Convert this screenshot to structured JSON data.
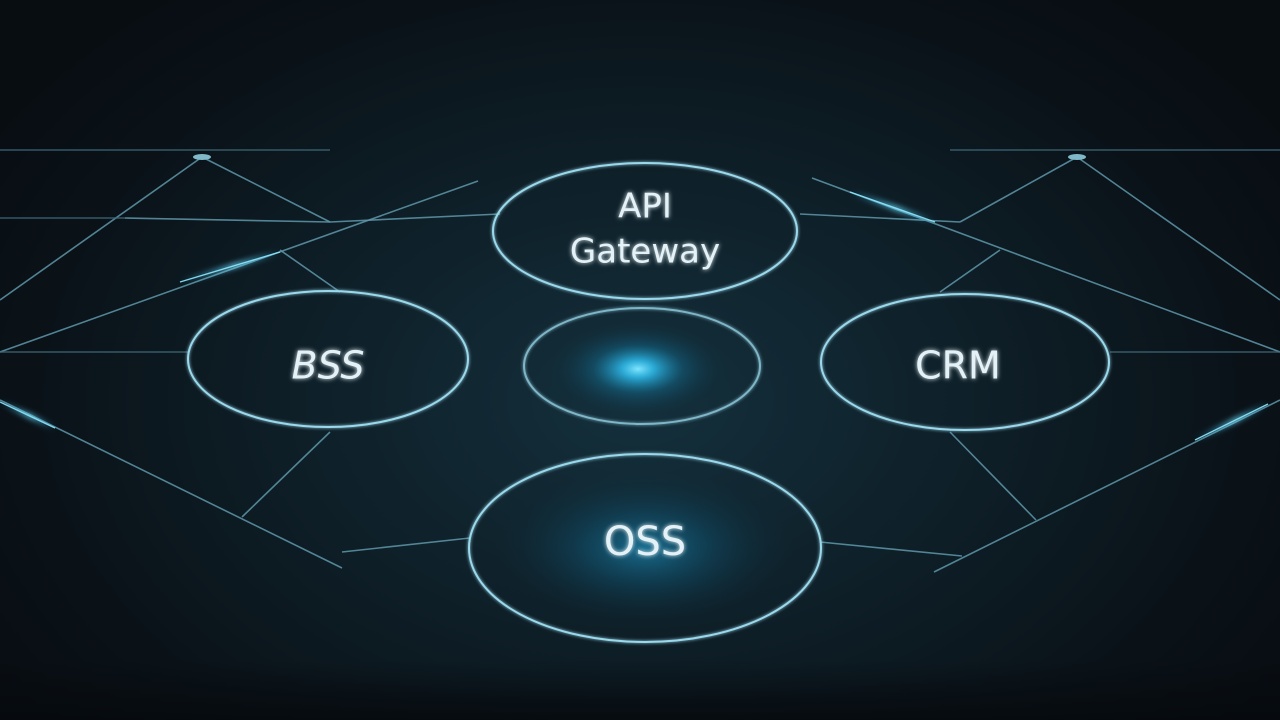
{
  "nodes": {
    "api_gateway": {
      "line1": "API",
      "line2": "Gateway"
    },
    "bss": {
      "label": "BSS"
    },
    "crm": {
      "label": "CRM"
    },
    "oss": {
      "label": "OSS"
    },
    "center": {
      "label": ""
    }
  },
  "colors": {
    "background": "#0b141b",
    "ring": "#9ad9ec",
    "wire": "#5f98aa",
    "glow": "#35c6ff",
    "text": "#e4f2f7"
  }
}
